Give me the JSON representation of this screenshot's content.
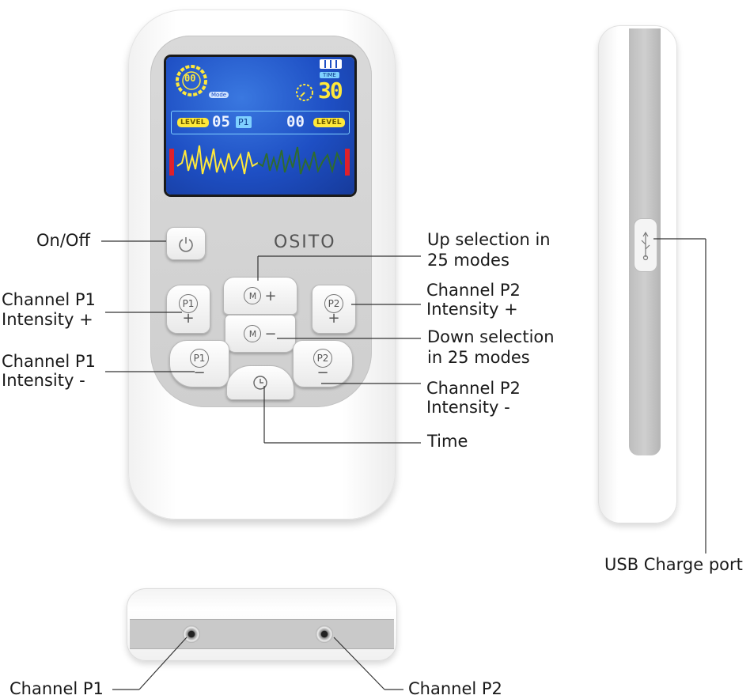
{
  "device": {
    "brand": "OSITO",
    "screen": {
      "mode_digits": "00",
      "mode_tag": "Mode",
      "time_tag": "TIME",
      "time_value": "30",
      "level_tag": "LEVEL",
      "p1_level": "05",
      "p1_tag": "P1",
      "p2_level": "00"
    },
    "buttons": {
      "p1_tag": "P1",
      "p2_tag": "P2",
      "m_tag": "M",
      "plus": "+",
      "minus": "−"
    }
  },
  "labels": {
    "on_off": "On/Off",
    "up_selection": [
      "Up selection in",
      "25 modes"
    ],
    "p1_plus": [
      "Channel P1",
      "Intensity  +"
    ],
    "p2_plus": [
      "Channel P2",
      "Intensity +"
    ],
    "down_selection": [
      "Down selection",
      "in 25 modes"
    ],
    "p1_minus": [
      "Channel P1",
      "Intensity   -"
    ],
    "p2_minus": [
      "Channel P2",
      "Intensity -"
    ],
    "time": "Time",
    "usb": "USB Charge port",
    "channel_p1": "Channel P1",
    "channel_p2": "Channel P2"
  },
  "colors": {
    "screen_blue": "#1e4fc4",
    "lcd_yellow": "#ffe93b",
    "wave_green": "#2f6b2f",
    "indicator_red": "#e0202a"
  }
}
